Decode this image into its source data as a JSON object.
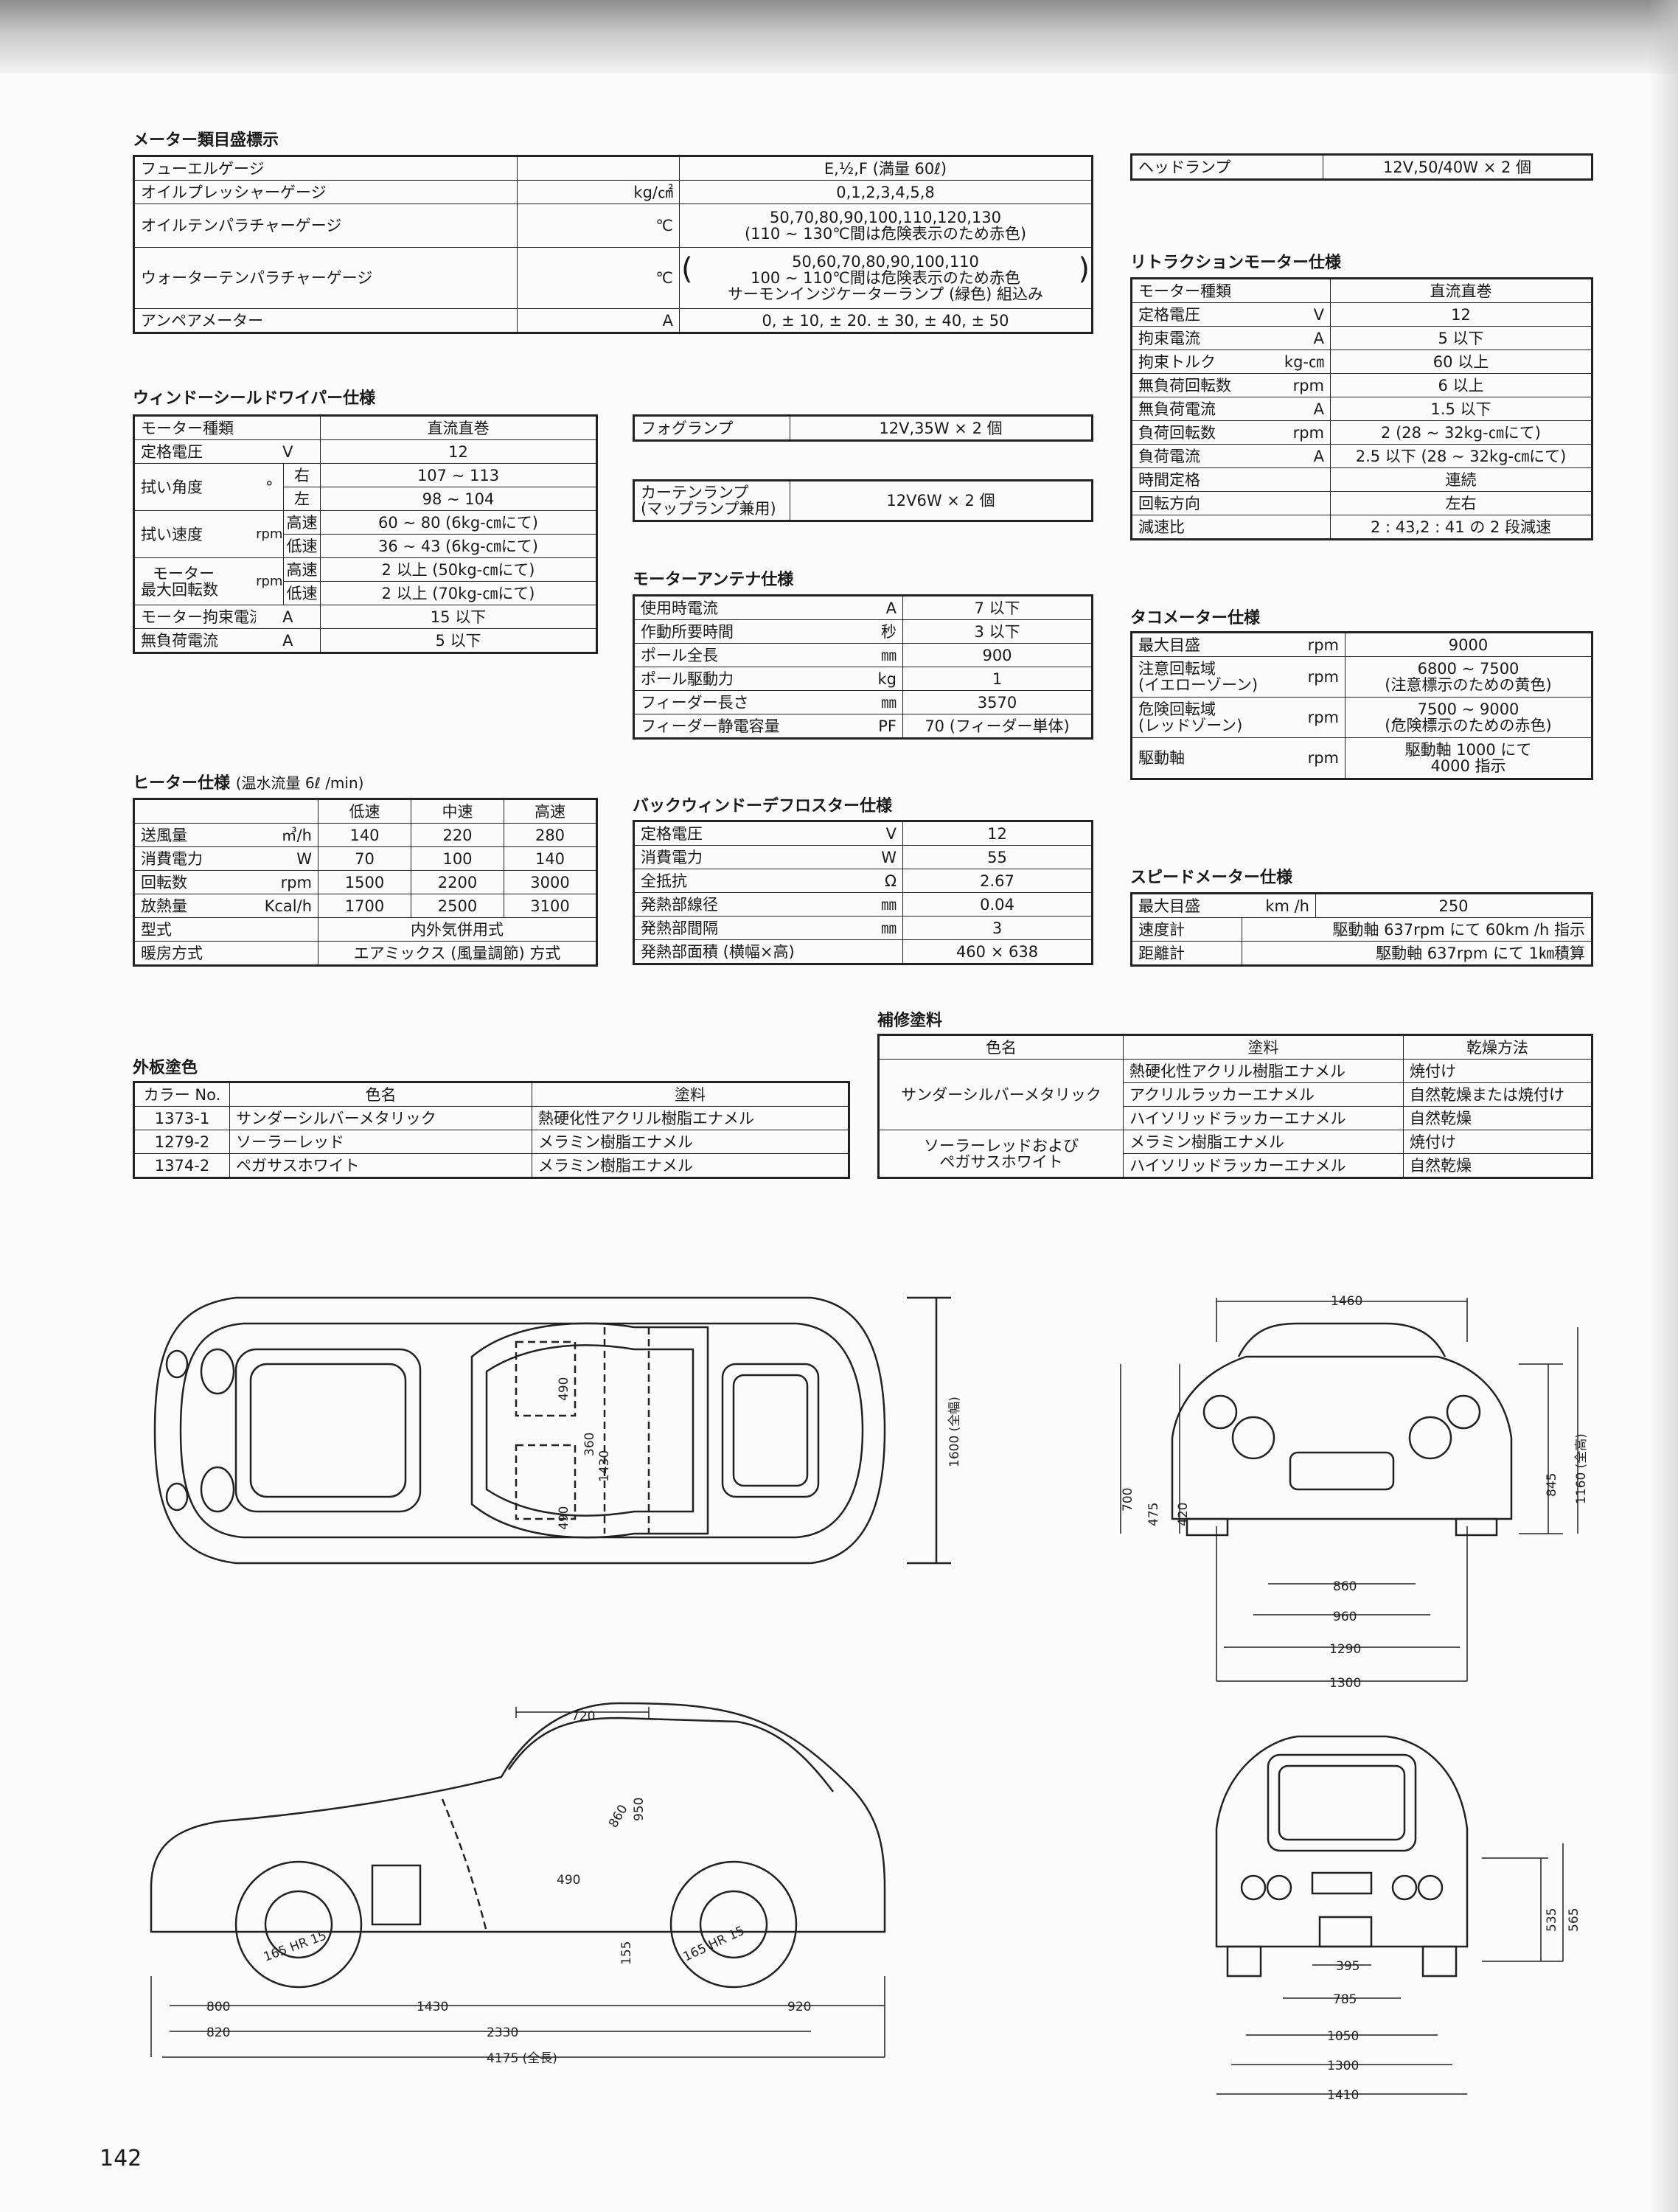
{
  "page_number": "142",
  "meter": {
    "title": "メーター類目盛標示",
    "rows": [
      {
        "name": "フューエルゲージ",
        "unit": "",
        "value": "E,½,F (満量 60ℓ)"
      },
      {
        "name": "オイルプレッシャーゲージ",
        "unit": "kg/㎠",
        "value": "0,1,2,3,4,5,8"
      },
      {
        "name": "オイルテンパラチャーゲージ",
        "unit": "℃",
        "value": "50,70,80,90,100,110,120,130",
        "value2": "(110 ~ 130℃間は危険表示のため赤色)"
      },
      {
        "name": "ウォーターテンパラチャーゲージ",
        "unit": "℃",
        "value": "50,60,70,80,90,100,110",
        "value2": "100 ~ 110℃間は危険表示のため赤色",
        "value3": "サーモンインジケーターランプ (緑色) 組込み"
      },
      {
        "name": "アンペアメーター",
        "unit": "A",
        "value": "0, ± 10, ± 20. ± 30, ± 40, ± 50"
      }
    ]
  },
  "headlamp": {
    "name": "ヘッドランプ",
    "value": "12V,50/40W × 2 個"
  },
  "retraction": {
    "title": "リトラクションモーター仕様",
    "rows": [
      {
        "name": "モーター種類",
        "unit": "",
        "value": "直流直巻"
      },
      {
        "name": "定格電圧",
        "unit": "V",
        "value": "12"
      },
      {
        "name": "拘束電流",
        "unit": "A",
        "value": "5 以下"
      },
      {
        "name": "拘束トルク",
        "unit": "kg-㎝",
        "value": "60 以上"
      },
      {
        "name": "無負荷回転数",
        "unit": "rpm",
        "value": "6 以上"
      },
      {
        "name": "無負荷電流",
        "unit": "A",
        "value": "1.5 以下"
      },
      {
        "name": "負荷回転数",
        "unit": "rpm",
        "value": "2 (28 ~ 32kg-㎝にて)"
      },
      {
        "name": "負荷電流",
        "unit": "A",
        "value": "2.5 以下 (28 ~ 32kg-㎝にて)"
      },
      {
        "name": "時間定格",
        "unit": "",
        "value": "連続"
      },
      {
        "name": "回転方向",
        "unit": "",
        "value": "左右"
      },
      {
        "name": "減速比",
        "unit": "",
        "value": "2 : 43,2 : 41 の 2 段減速"
      }
    ]
  },
  "wiper": {
    "title": "ウィンドーシールドワイパー仕様",
    "motor_type": {
      "name": "モーター種類",
      "value": "直流直巻"
    },
    "voltage": {
      "name": "定格電圧",
      "unit": "V",
      "value": "12"
    },
    "angle": {
      "name": "拭い角度",
      "unit": "°",
      "right_label": "右",
      "right_value": "107 ~ 113",
      "left_label": "左",
      "left_value": "98 ~ 104"
    },
    "speed": {
      "name": "拭い速度",
      "unit": "rpm",
      "high_label": "高速",
      "high_value": "60 ~ 80 (6kg-㎝にて)",
      "low_label": "低速",
      "low_value": "36 ~ 43 (6kg-㎝にて)"
    },
    "maxrev": {
      "name1": "モーター",
      "name2": "最大回転数",
      "unit": "rpm",
      "high_label": "高速",
      "high_value": "2 以上 (50kg-㎝にて)",
      "low_label": "低速",
      "low_value": "2 以上 (70kg-㎝にて)"
    },
    "lock": {
      "name": "モーター拘束電流",
      "unit": "A",
      "value": "15 以下"
    },
    "noload": {
      "name": "無負荷電流",
      "unit": "A",
      "value": "5 以下"
    }
  },
  "foglamp": {
    "name": "フォグランプ",
    "value": "12V,35W × 2 個"
  },
  "curtainlamp": {
    "name1": "カーテンランプ",
    "name2": "(マップランプ兼用)",
    "value": "12V6W × 2 個"
  },
  "antenna": {
    "title": "モーターアンテナ仕様",
    "rows": [
      {
        "name": "使用時電流",
        "unit": "A",
        "value": "7 以下"
      },
      {
        "name": "作動所要時間",
        "unit": "秒",
        "value": "3 以下"
      },
      {
        "name": "ポール全長",
        "unit": "㎜",
        "value": "900"
      },
      {
        "name": "ポール駆動力",
        "unit": "kg",
        "value": "1"
      },
      {
        "name": "フィーダー長さ",
        "unit": "㎜",
        "value": "3570"
      },
      {
        "name": "フィーダー静電容量",
        "unit": "PF",
        "value": "70 (フィーダー単体)"
      }
    ]
  },
  "tacho": {
    "title": "タコメーター仕様",
    "rows": [
      {
        "name": "最大目盛",
        "unit": "rpm",
        "value": "9000"
      },
      {
        "name": "注意回転域",
        "name2": "(イエローゾーン)",
        "unit": "rpm",
        "value": "6800 ~ 7500",
        "value2": "(注意標示のための黄色)"
      },
      {
        "name": "危険回転域",
        "name2": "(レッドゾーン)",
        "unit": "rpm",
        "value": "7500 ~ 9000",
        "value2": "(危険標示のための赤色)"
      },
      {
        "name": "駆動軸",
        "unit": "rpm",
        "value": "駆動軸 1000 にて",
        "value2": "4000 指示"
      }
    ]
  },
  "heater": {
    "title": "ヒーター仕様",
    "subtitle": "(温水流量 6ℓ /min)",
    "headers": [
      "低速",
      "中速",
      "高速"
    ],
    "rows": [
      {
        "name": "送風量",
        "unit": "㎥/h",
        "values": [
          "140",
          "220",
          "280"
        ]
      },
      {
        "name": "消費電力",
        "unit": "W",
        "values": [
          "70",
          "100",
          "140"
        ]
      },
      {
        "name": "回転数",
        "unit": "rpm",
        "values": [
          "1500",
          "2200",
          "3000"
        ]
      },
      {
        "name": "放熱量",
        "unit": "Kcal/h",
        "values": [
          "1700",
          "2500",
          "3100"
        ]
      }
    ],
    "type": {
      "name": "型式",
      "value": "内外気併用式"
    },
    "method": {
      "name": "暖房方式",
      "value": "エアミックス (風量調節) 方式"
    }
  },
  "defroster": {
    "title": "バックウィンドーデフロスター仕様",
    "rows": [
      {
        "name": "定格電圧",
        "unit": "V",
        "value": "12"
      },
      {
        "name": "消費電力",
        "unit": "W",
        "value": "55"
      },
      {
        "name": "全抵抗",
        "unit": "Ω",
        "value": "2.67"
      },
      {
        "name": "発熱部線径",
        "unit": "㎜",
        "value": "0.04"
      },
      {
        "name": "発熱部間隔",
        "unit": "㎜",
        "value": "3"
      },
      {
        "name": "発熱部面積 (横幅×高)",
        "unit": "",
        "value": "460 × 638"
      }
    ]
  },
  "speedo": {
    "title": "スピードメーター仕様",
    "rows": [
      {
        "name": "最大目盛",
        "unit": "km /h",
        "value": "250"
      },
      {
        "name": "速度計",
        "unit": "",
        "value": "駆動軸 637rpm にて 60km /h 指示"
      },
      {
        "name": "距離計",
        "unit": "",
        "value": "駆動軸 637rpm にて 1㎞積算"
      }
    ]
  },
  "paint_ext": {
    "title": "外板塗色",
    "headers": [
      "カラー No.",
      "色名",
      "塗料"
    ],
    "rows": [
      [
        "1373-1",
        "サンダーシルバーメタリック",
        "熱硬化性アクリル樹脂エナメル"
      ],
      [
        "1279-2",
        "ソーラーレッド",
        "メラミン樹脂エナメル"
      ],
      [
        "1374-2",
        "ペガサスホワイト",
        "メラミン樹脂エナメル"
      ]
    ]
  },
  "paint_repair": {
    "title": "補修塗料",
    "headers": [
      "色名",
      "塗料",
      "乾燥方法"
    ],
    "group1": "サンダーシルバーメタリック",
    "group1_rows": [
      [
        "熱硬化性アクリル樹脂エナメル",
        "焼付け"
      ],
      [
        "アクリルラッカーエナメル",
        "自然乾燥または焼付け"
      ],
      [
        "ハイソリッドラッカーエナメル",
        "自然乾燥"
      ]
    ],
    "group2_line1": "ソーラーレッドおよび",
    "group2_line2": "ペガサスホワイト",
    "group2_rows": [
      [
        "メラミン樹脂エナメル",
        "焼付け"
      ],
      [
        "ハイソリッドラッカーエナメル",
        "自然乾燥"
      ]
    ]
  },
  "dims": {
    "top_width": "1600 (全幅)",
    "d490a": "490",
    "d360": "360",
    "d1430": "1430",
    "d490b": "490",
    "front_1460": "1460",
    "front_700": "700",
    "front_475": "475",
    "front_420": "420",
    "front_845": "845",
    "front_1160": "1160 (全高)",
    "front_860": "860",
    "front_960": "960",
    "front_1290": "1290",
    "front_1300": "1300",
    "side_720": "720",
    "side_860": "860",
    "side_950": "950",
    "side_490": "490",
    "side_155": "155",
    "tire1": "165 HR 15",
    "tire2": "165 HR 15",
    "side_800": "800",
    "side_1430": "1430",
    "side_920": "920",
    "side_820": "820",
    "side_2330": "2330",
    "side_4175": "4175 (全長)",
    "rear_535": "535",
    "rear_565": "565",
    "rear_395": "395",
    "rear_785": "785",
    "rear_1050": "1050",
    "rear_1300": "1300",
    "rear_1410": "1410"
  }
}
